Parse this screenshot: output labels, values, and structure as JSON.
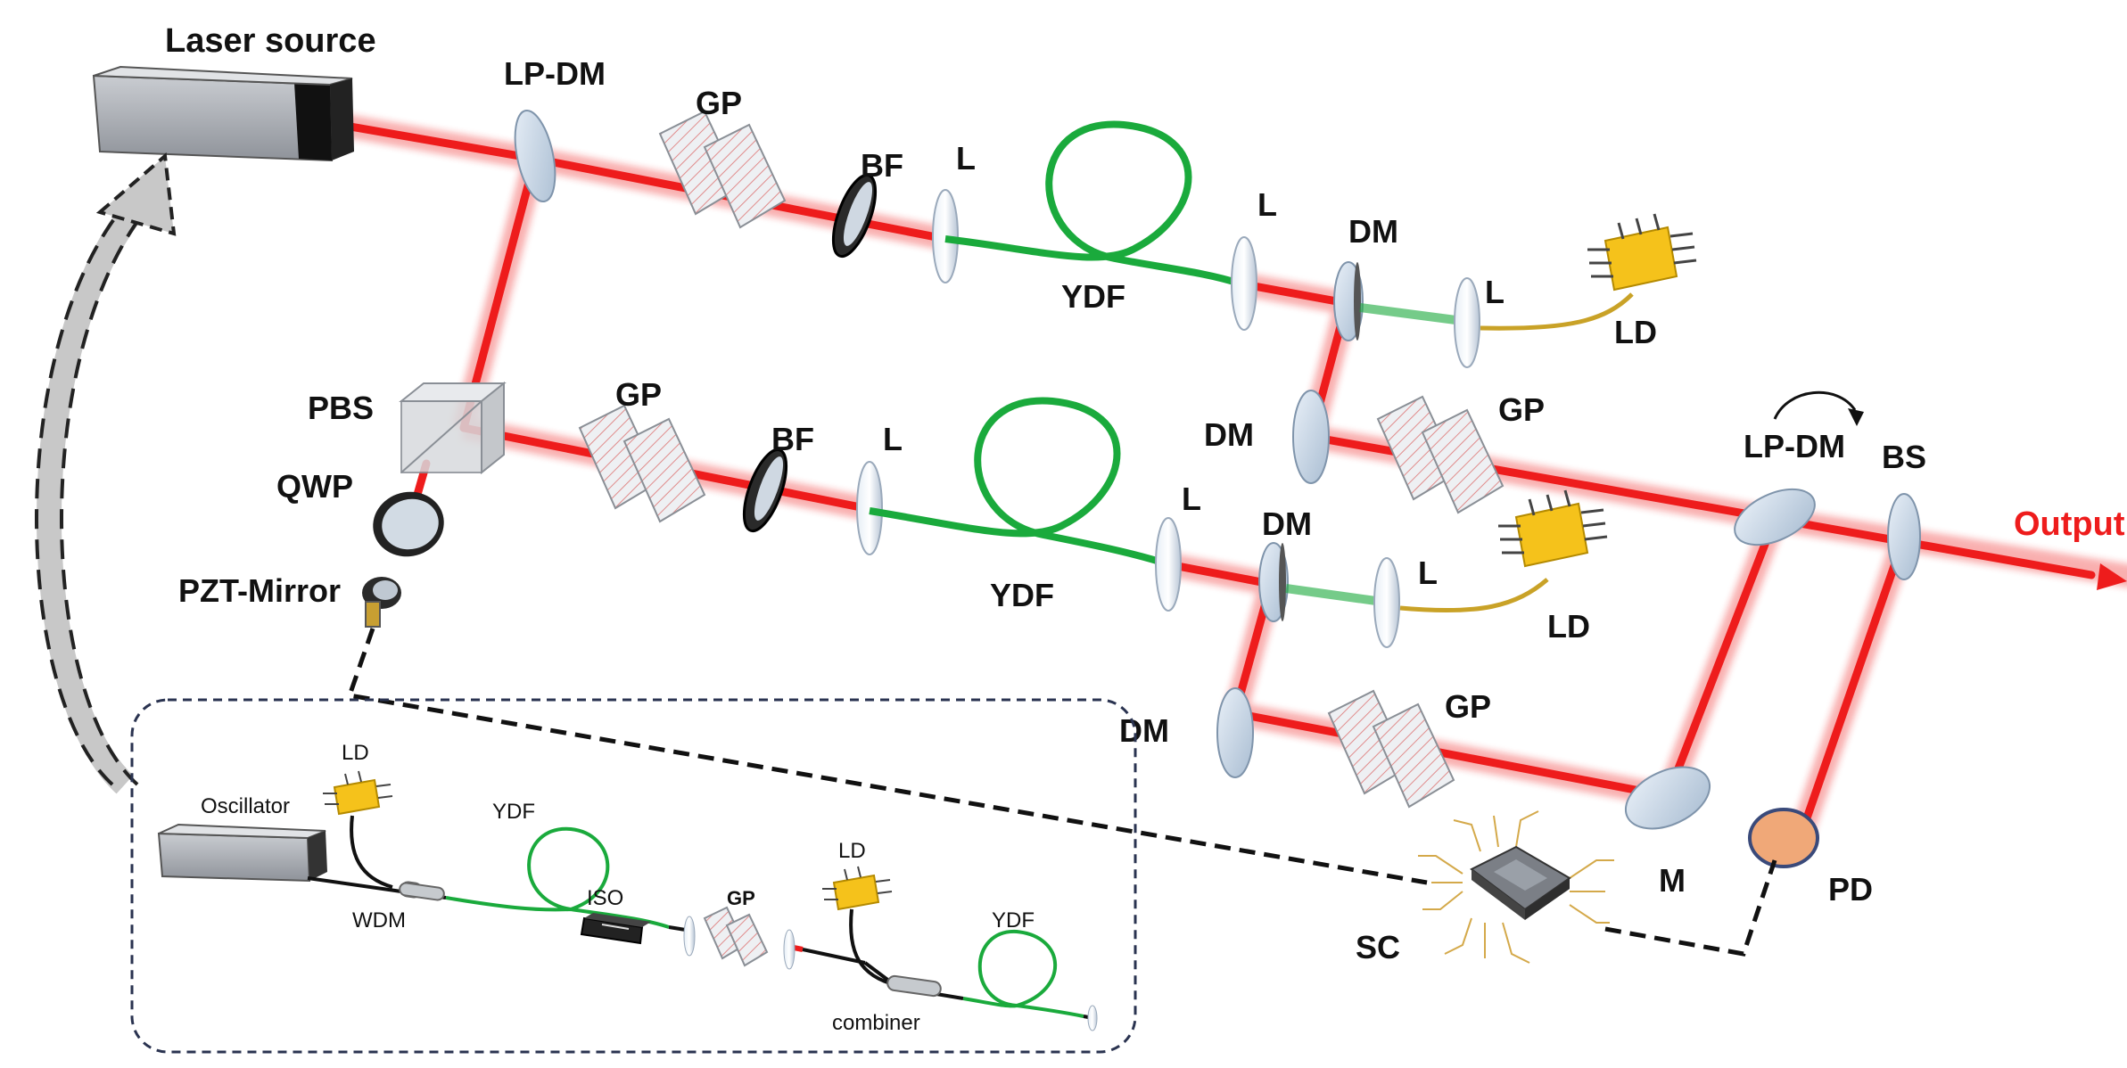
{
  "labels": {
    "laser_source": "Laser source",
    "lp_dm_top": "LP-DM",
    "gp_1": "GP",
    "bf_1": "BF",
    "l_1": "L",
    "ydf_1": "YDF",
    "l_2": "L",
    "dm_1": "DM",
    "l_3": "L",
    "ld_1": "LD",
    "pbs": "PBS",
    "qwp": "QWP",
    "pzt_mirror": "PZT-Mirror",
    "gp_2": "GP",
    "bf_2": "BF",
    "l_4": "L",
    "ydf_2": "YDF",
    "l_5": "L",
    "dm_2": "DM",
    "l_6": "L",
    "ld_2": "LD",
    "dm_3": "DM",
    "gp_3": "GP",
    "lp_dm_right": "LP-DM",
    "bs": "BS",
    "output": "Output",
    "dm_4": "DM",
    "gp_4": "GP",
    "m": "M",
    "pd": "PD",
    "sc": "SC"
  },
  "inset": {
    "oscillator": "Oscillator",
    "ld_1": "LD",
    "wdm": "WDM",
    "ydf_1": "YDF",
    "iso": "ISO",
    "gp": "GP",
    "ld_2": "LD",
    "combiner": "combiner",
    "ydf_2": "YDF"
  },
  "colors": {
    "beam": "#ee1c1c",
    "fiber": "#1aaa3c",
    "pump_fiber": "#c9a227",
    "ld_chip": "#f5c21b",
    "pd_face": "#f0a878",
    "output_text": "#ee1c1c"
  }
}
